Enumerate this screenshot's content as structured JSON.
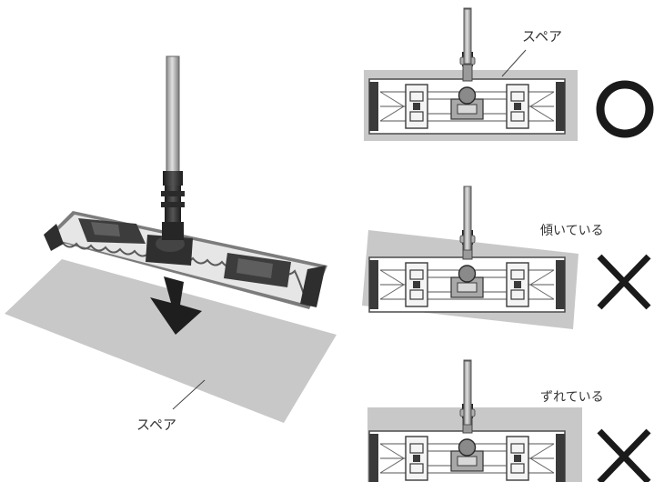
{
  "labels": {
    "spare_main": "スペア",
    "spare_top": "スペア",
    "tilted": "傾いている",
    "shifted": "ずれている"
  },
  "marks": {
    "correct": "correct-circle",
    "wrong_tilted": "cross",
    "wrong_shifted": "cross"
  },
  "colors": {
    "spare_gray": "#c8c8c8",
    "frame_dark": "#3a3a3a",
    "handle": "#b9b9b9",
    "mark": "#1a1a1a"
  }
}
